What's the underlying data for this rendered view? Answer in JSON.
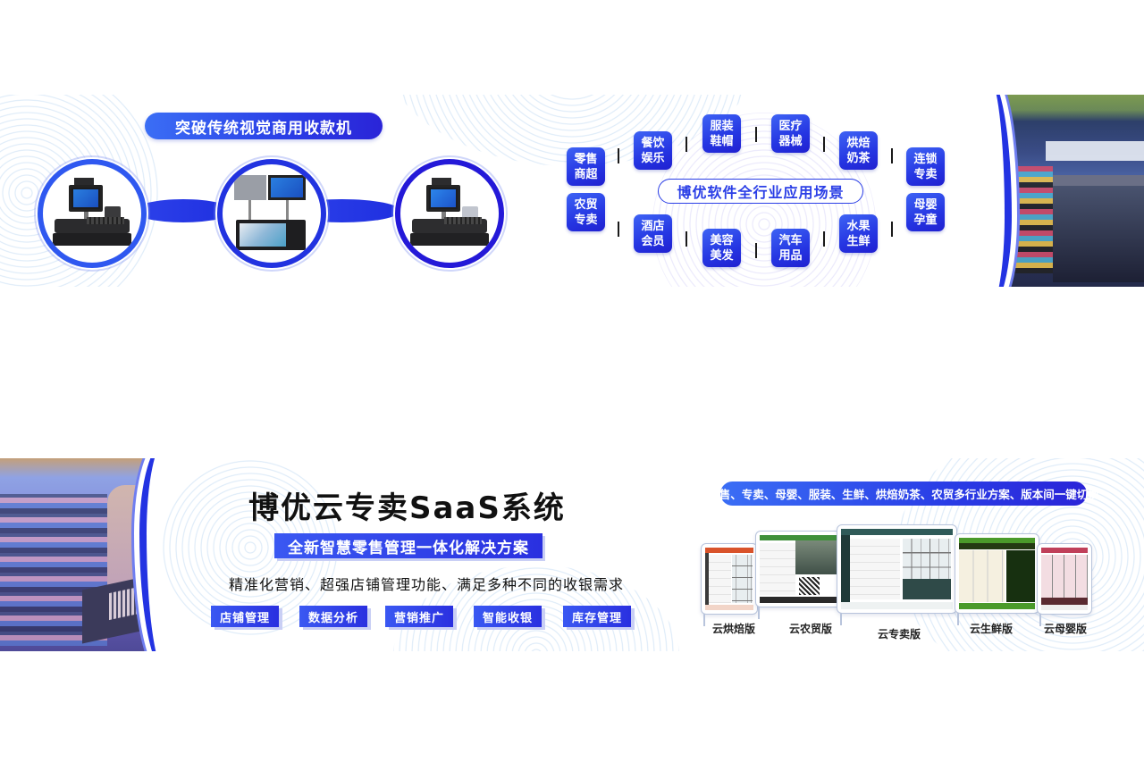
{
  "top_banner": {
    "hardware": {
      "title": "突破传统视觉商用收款机",
      "devices": [
        {
          "name": "dual-screen-pos"
        },
        {
          "name": "self-service-kiosk"
        },
        {
          "name": "single-screen-pos"
        }
      ]
    },
    "scenes": {
      "title": "博优软件全行业应用场景",
      "tiles": [
        {
          "label": "零售商超"
        },
        {
          "label": "餐饮娱乐"
        },
        {
          "label": "服装鞋帽"
        },
        {
          "label": "医疗器械"
        },
        {
          "label": "烘焙奶茶"
        },
        {
          "label": "连锁专卖"
        },
        {
          "label": "农贸专卖"
        },
        {
          "label": "酒店会员"
        },
        {
          "label": "美容美发"
        },
        {
          "label": "汽车用品"
        },
        {
          "label": "水果生鲜"
        },
        {
          "label": "母婴孕童"
        }
      ]
    }
  },
  "bottom_banner": {
    "title": "博优云专卖SaaS系统",
    "subtitle": "全新智慧零售管理一体化解决方案",
    "tagline": "精准化营销、超强店铺管理功能、满足多种不同的收银需求",
    "features": [
      {
        "label": "店铺管理"
      },
      {
        "label": "数据分析"
      },
      {
        "label": "营销推广"
      },
      {
        "label": "智能收银"
      },
      {
        "label": "库存管理"
      }
    ],
    "versions_note": "零售、专卖、母婴、服装、生鲜、烘焙奶茶、农贸多行业方案、版本间一键切换",
    "versions": [
      {
        "label": "云烘焙版",
        "accent": "#d9532b"
      },
      {
        "label": "云农贸版",
        "accent": "#3f8f3a"
      },
      {
        "label": "云专卖版",
        "accent": "#2f5a58"
      },
      {
        "label": "云生鲜版",
        "accent": "#4a9a2a"
      },
      {
        "label": "云母婴版",
        "accent": "#c0405a"
      }
    ]
  },
  "colors": {
    "brand_blue": "#2a3ee6",
    "brand_blue_light": "#3b6ef5",
    "text_dark": "#111111"
  }
}
